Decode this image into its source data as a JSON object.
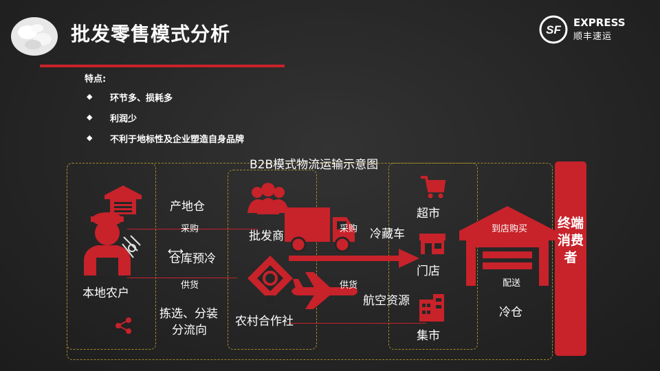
{
  "slide": {
    "title": "批发零售模式分析",
    "logo": {
      "brand_en": "EXPRESS",
      "brand_cn": "顺丰速运"
    }
  },
  "features": {
    "heading": "特点:",
    "items": [
      "环节多、损耗多",
      "利润少",
      "不利于地标性及企业塑造自身品牌"
    ]
  },
  "diagram": {
    "title": "B2B模式物流运输示意图",
    "farmer": "本地农户",
    "steps_left": {
      "origin_warehouse": "产地仓",
      "purchase": "采购",
      "precool": "仓库预冷",
      "supply": "供货",
      "sorting_line1": "拣选、分装",
      "sorting_line2": "分流向"
    },
    "middlemen": {
      "wholesaler": "批发商",
      "coop": "农村合作社"
    },
    "transport": {
      "purchase": "采购",
      "cold_truck": "冷藏车",
      "supply": "供货",
      "air": "航空资源"
    },
    "outlets": {
      "supermarket": "超市",
      "store": "门店",
      "market": "集市"
    },
    "final": {
      "buy_in_store": "到店购买",
      "delivery": "配送",
      "cold_storage": "冷仓",
      "consumer": "终端消费者"
    }
  }
}
